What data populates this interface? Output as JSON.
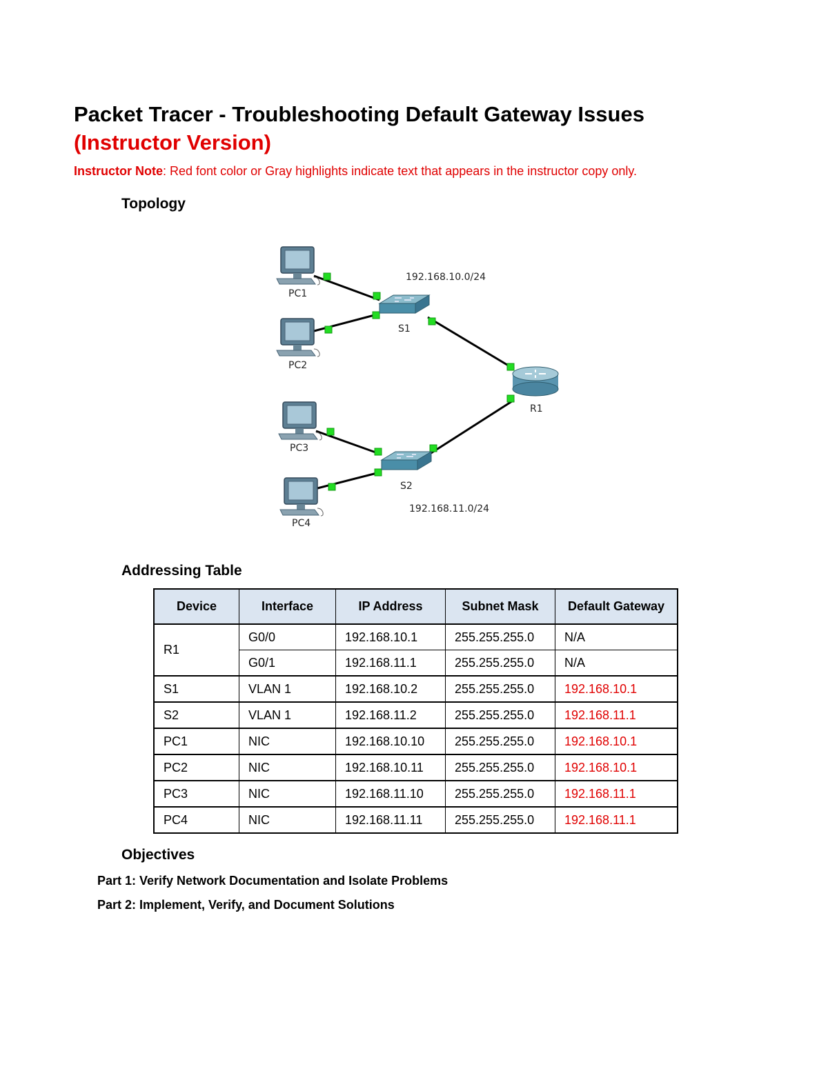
{
  "title": "Packet Tracer - Troubleshooting Default Gateway Issues",
  "subtitle": "(Instructor Version)",
  "note": {
    "label": "Instructor Note",
    "text": ": Red font color or Gray highlights indicate text that appears in the instructor copy only."
  },
  "sections": {
    "topology": "Topology",
    "addressing": "Addressing Table",
    "objectives": "Objectives"
  },
  "topology": {
    "devices": {
      "pc1": "PC1",
      "pc2": "PC2",
      "pc3": "PC3",
      "pc4": "PC4",
      "s1": "S1",
      "s2": "S2",
      "r1": "R1"
    },
    "network_top": "192.168.10.0/24",
    "network_bottom": "192.168.11.0/24",
    "colors": {
      "link_light": "#00e000",
      "device": "#4a8ea8"
    }
  },
  "table": {
    "headers": [
      "Device",
      "Interface",
      "IP Address",
      "Subnet Mask",
      "Default Gateway"
    ],
    "rows": [
      {
        "device": "R1",
        "interface": "G0/0",
        "ip": "192.168.10.1",
        "mask": "255.255.255.0",
        "gateway": "N/A"
      },
      {
        "device": "",
        "interface": "G0/1",
        "ip": "192.168.11.1",
        "mask": "255.255.255.0",
        "gateway": "N/A"
      },
      {
        "device": "S1",
        "interface": "VLAN 1",
        "ip": "192.168.10.2",
        "mask": "255.255.255.0",
        "gateway": "192.168.10.1"
      },
      {
        "device": "S2",
        "interface": "VLAN 1",
        "ip": "192.168.11.2",
        "mask": "255.255.255.0",
        "gateway": "192.168.11.1"
      },
      {
        "device": "PC1",
        "interface": "NIC",
        "ip": "192.168.10.10",
        "mask": "255.255.255.0",
        "gateway": "192.168.10.1"
      },
      {
        "device": "PC2",
        "interface": "NIC",
        "ip": "192.168.10.11",
        "mask": "255.255.255.0",
        "gateway": "192.168.10.1"
      },
      {
        "device": "PC3",
        "interface": "NIC",
        "ip": "192.168.11.10",
        "mask": "255.255.255.0",
        "gateway": "192.168.11.1"
      },
      {
        "device": "PC4",
        "interface": "NIC",
        "ip": "192.168.11.11",
        "mask": "255.255.255.0",
        "gateway": "192.168.11.1"
      }
    ]
  },
  "objectives": {
    "part1": "Part 1: Verify Network Documentation and Isolate Problems",
    "part2": "Part 2: Implement, Verify, and Document Solutions"
  }
}
